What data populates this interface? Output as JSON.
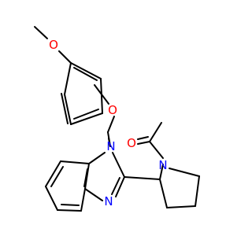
{
  "molecule": {
    "atom_labels": [
      {
        "id": "methoxy-oxygen",
        "text": "O",
        "element": "O"
      },
      {
        "id": "ether-oxygen",
        "text": "O",
        "element": "O"
      },
      {
        "id": "carbonyl-oxygen",
        "text": "O",
        "element": "O"
      },
      {
        "id": "benzimidazole-n1",
        "text": "N",
        "element": "N"
      },
      {
        "id": "benzimidazole-n3",
        "text": "N",
        "element": "N"
      },
      {
        "id": "pyrrolidine-nitrogen",
        "text": "N",
        "element": "N"
      }
    ]
  },
  "colors": {
    "bond": "#000000",
    "oxygen": "#ff0000",
    "nitrogen": "#0000ff",
    "background": "#ffffff"
  }
}
